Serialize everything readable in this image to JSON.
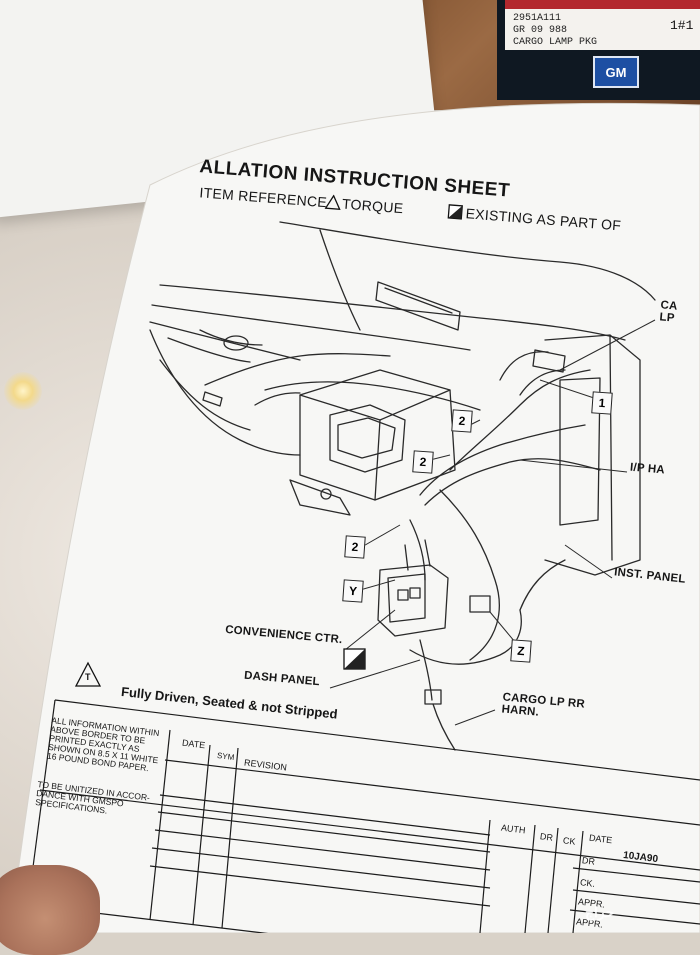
{
  "label": {
    "line1": "2951A111",
    "line2": "GR 09 988",
    "line3": "CARGO LAMP PKG",
    "logo": "GM",
    "corner": "1#1"
  },
  "sheet": {
    "title": "ALLATION INSTRUCTION SHEET",
    "legend_item_ref": "ITEM REFERENCE",
    "legend_torque": "TORQUE",
    "legend_existing": "EXISTING AS PART OF"
  },
  "callouts": {
    "cargo_lp_line1": "CA",
    "cargo_lp_line2": "LP",
    "ip_harn": "I/P HA",
    "inst_panel": "INST. PANEL",
    "convenience_ctr": "CONVENIENCE CTR.",
    "dash_panel": "DASH PANEL",
    "cargo_rr_harn_line1": "CARGO LP RR",
    "cargo_rr_harn_line2": "HARN."
  },
  "item_refs": [
    "1",
    "2",
    "2",
    "2",
    "Y",
    "Z"
  ],
  "torque_mark": "T",
  "torque_note": "Fully Driven, Seated & not Stripped",
  "title_block": {
    "border_note": "ALL INFORMATION WITHIN ABOVE BORDER TO BE PRINTED EXACTLY AS SHOWN ON 8.5 X 11 WHITE 16 POUND BOND PAPER.",
    "unitize_note": "TO BE UNITIZED IN ACCOR- DANCE WITH GMSPO SPECIFICATIONS.",
    "col_date": "DATE",
    "col_sym": "SYM",
    "col_revision": "REVISION",
    "auth": "AUTH",
    "dr": "DR",
    "ck": "CK",
    "date_label": "DATE",
    "date_value": "10JA90",
    "dr2": "DR",
    "ck2": "CK.",
    "appr": "APPR.",
    "appr2": "APPR."
  },
  "watermark": "حراج"
}
